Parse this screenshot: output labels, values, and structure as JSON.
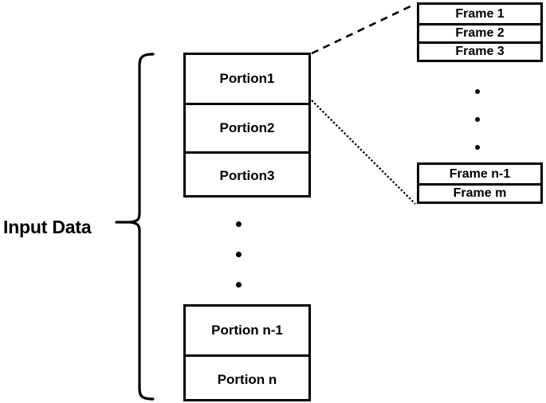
{
  "diagram": {
    "title": "Input Data partitioning into portions and frames",
    "input_label": "Input Data",
    "stroke_color": "#000000",
    "background_color": "#ffffff"
  },
  "portions": {
    "top_group": [
      {
        "label": "Portion1"
      },
      {
        "label": "Portion2"
      },
      {
        "label": "Portion3"
      }
    ],
    "ellipsis_dots": 3,
    "bottom_group": [
      {
        "label": "Portion n-1"
      },
      {
        "label": "Portion n"
      }
    ]
  },
  "frames": {
    "top_group": [
      {
        "label": "Frame 1"
      },
      {
        "label": "Frame 2"
      },
      {
        "label": "Frame 3"
      }
    ],
    "ellipsis_dots": 3,
    "bottom_group": [
      {
        "label": "Frame n-1"
      },
      {
        "label": "Frame m"
      }
    ]
  },
  "connectors": [
    {
      "name": "portion1-top-to-frame-top",
      "style": "dashed"
    },
    {
      "name": "portion1-bottom-to-frame-bottom",
      "style": "dotted"
    }
  ],
  "brace": {
    "name": "input-data-brace",
    "orientation": "left-pointing"
  }
}
